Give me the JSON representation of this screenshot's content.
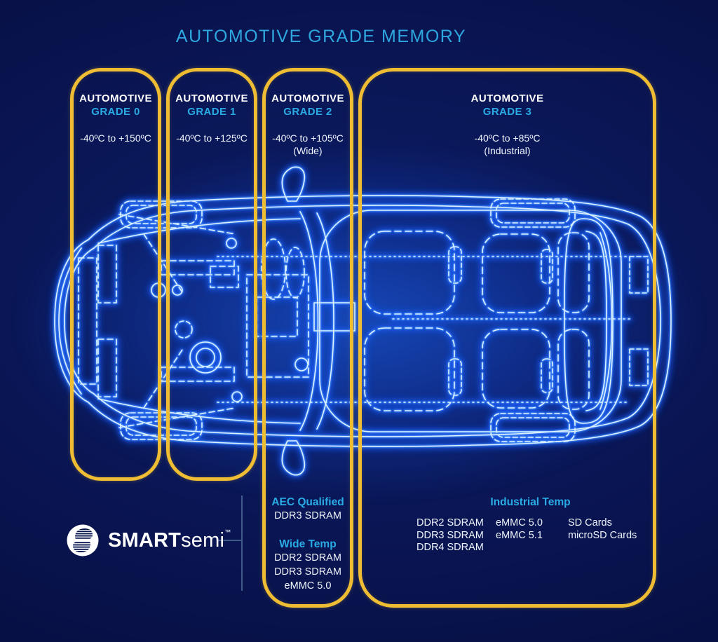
{
  "title": "AUTOMOTIVE GRADE MEMORY",
  "colors": {
    "background_navy": "#091450",
    "box_border_gold": "#EEBD33",
    "accent_cyan": "#2AABE4",
    "text_white": "#EEF3FB",
    "blueprint_line": "#D9F1FF",
    "blueprint_glow": "#1E64FF"
  },
  "grades": [
    {
      "label": "AUTOMOTIVE",
      "grade": "GRADE 0",
      "temp": "-40ºC to +150ºC"
    },
    {
      "label": "AUTOMOTIVE",
      "grade": "GRADE 1",
      "temp": "-40ºC to +125ºC"
    },
    {
      "label": "AUTOMOTIVE",
      "grade": "GRADE 2",
      "temp": "-40ºC to +105ºC",
      "note": "(Wide)"
    },
    {
      "label": "AUTOMOTIVE",
      "grade": "GRADE 3",
      "temp": "-40ºC to +85ºC",
      "note": "(Industrial)"
    }
  ],
  "grade2_sections": [
    {
      "heading": "AEC Qualified",
      "items": [
        "DDR3 SDRAM"
      ]
    },
    {
      "heading": "Wide Temp",
      "items": [
        "DDR2 SDRAM",
        "DDR3 SDRAM",
        "eMMC 5.0"
      ]
    }
  ],
  "grade3": {
    "heading": "Industrial Temp",
    "columns": [
      [
        "DDR2 SDRAM",
        "DDR3 SDRAM",
        "DDR4 SDRAM"
      ],
      [
        "eMMC 5.0",
        "eMMC 5.1"
      ],
      [
        "SD Cards",
        "microSD Cards"
      ]
    ]
  },
  "logo": {
    "brand_bold": "SMART",
    "brand_regular": "semi",
    "trademark": "™"
  }
}
